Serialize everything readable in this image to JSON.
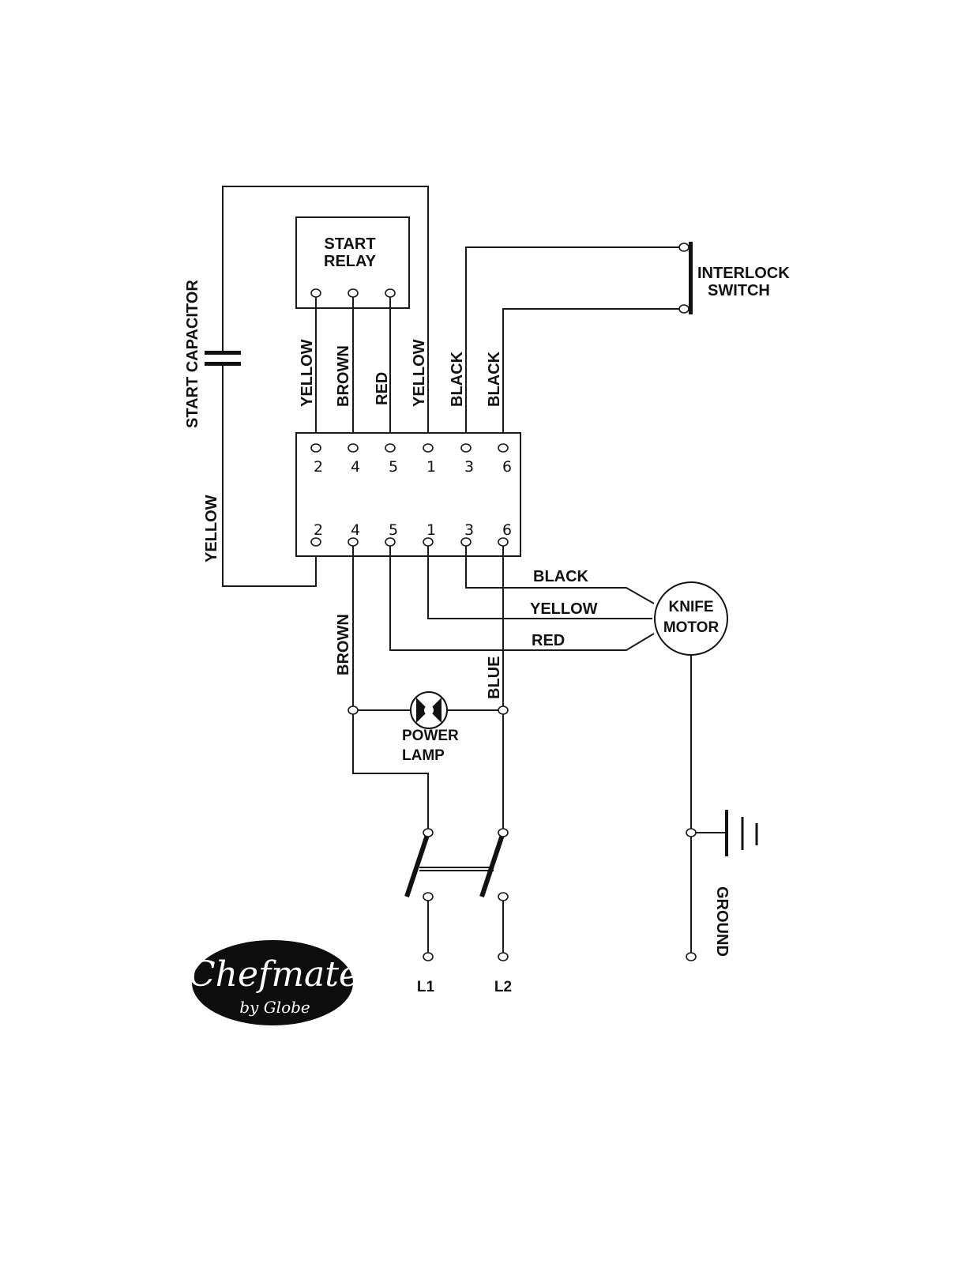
{
  "labels": {
    "start_capacitor": "START CAPACITOR",
    "start_relay_line1": "START",
    "start_relay_line2": "RELAY",
    "interlock_line1": "INTERLOCK",
    "interlock_line2": "SWITCH",
    "wire_yellow_left": "YELLOW",
    "top_wires": [
      "YELLOW",
      "BROWN",
      "RED",
      "YELLOW",
      "BLACK",
      "BLACK"
    ],
    "terminal_numbers": [
      "2",
      "4",
      "5",
      "1",
      "3",
      "6"
    ],
    "motor_wires": [
      "BLACK",
      "YELLOW",
      "RED"
    ],
    "motor_line1": "KNIFE",
    "motor_line2": "MOTOR",
    "brown": "BROWN",
    "blue": "BLUE",
    "lamp_line1": "POWER",
    "lamp_line2": "LAMP",
    "l1": "L1",
    "l2": "L2",
    "ground": "GROUND"
  },
  "logo": {
    "brand": "Chefmate",
    "byline": "by Globe"
  }
}
